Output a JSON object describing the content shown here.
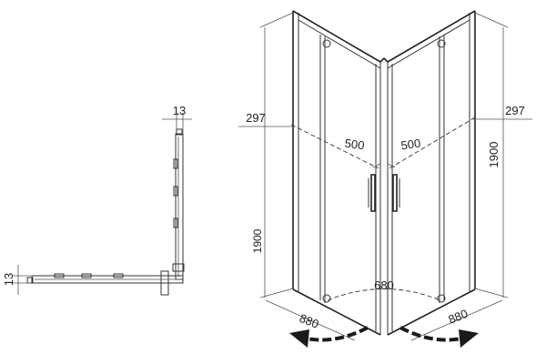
{
  "drawing": {
    "plan_view": {
      "profile_width_top": "13",
      "profile_width_left": "13",
      "height_label": "1900"
    },
    "elevation": {
      "offset_left": "297",
      "offset_right": "297",
      "door_width_left": "500",
      "door_width_right": "500",
      "entry_width": "680",
      "side_left": "880",
      "side_right": "880",
      "height_right": "1900"
    },
    "colors": {
      "line": "#333333",
      "arrow": "#1a1a1a"
    }
  }
}
